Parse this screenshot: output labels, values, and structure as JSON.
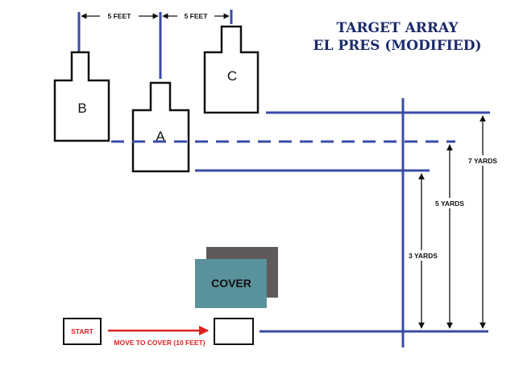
{
  "title": {
    "line1": "TARGET ARRAY",
    "line2": "EL PRES (MODIFIED)"
  },
  "spacing": {
    "left": "5 FEET",
    "right": "5 FEET"
  },
  "targets": [
    {
      "id": "B",
      "label": "B"
    },
    {
      "id": "A",
      "label": "A"
    },
    {
      "id": "C",
      "label": "C"
    }
  ],
  "distances": {
    "near": "3 YARDS",
    "middle": "5 YARDS",
    "far": "7 YARDS"
  },
  "cover": {
    "label": "COVER"
  },
  "start": {
    "label": "START",
    "move_label": "MOVE TO COVER (10 FEET)"
  },
  "colors": {
    "line": "#3a4ba8",
    "title": "#1b2a6b",
    "cover_front": "#5a929c",
    "cover_back": "#5e5a59",
    "move_arrow": "#e02020"
  }
}
